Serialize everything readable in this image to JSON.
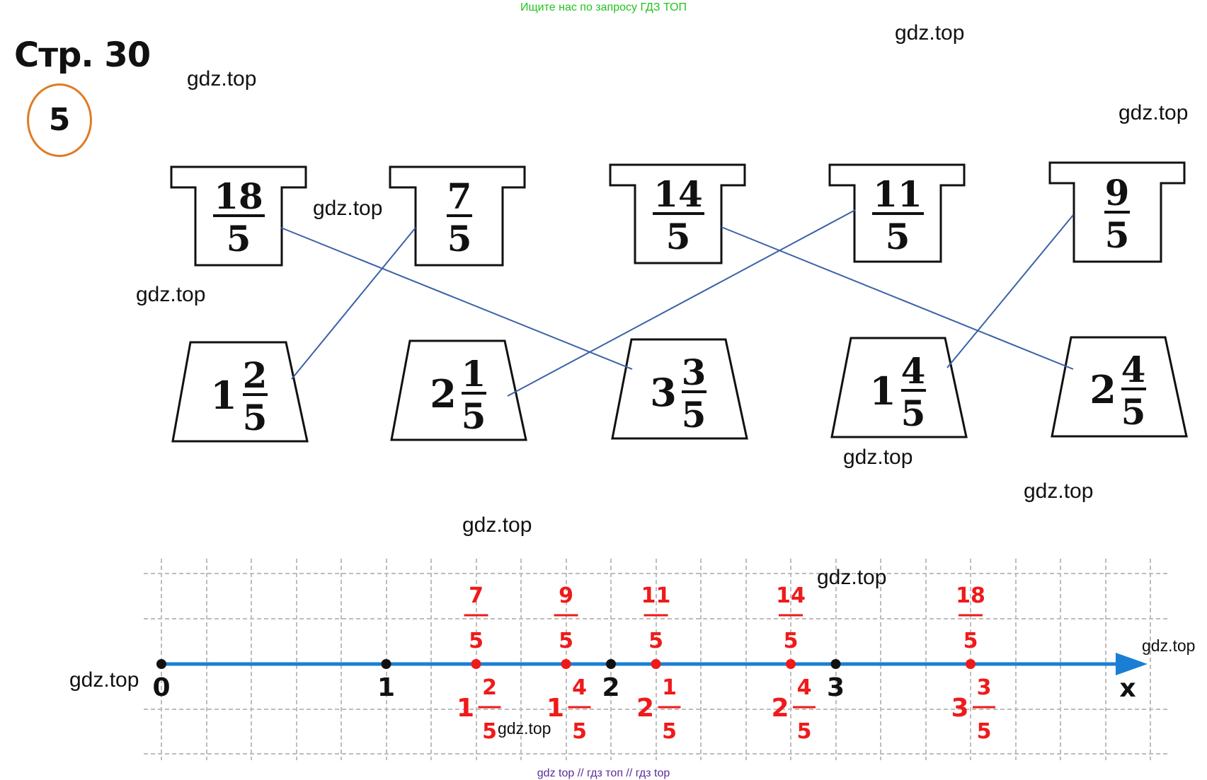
{
  "banner_top": "Ищите нас по запросу ГДЗ ТОП",
  "page_title": "Стр. 30",
  "task_number": "5",
  "watermark": "gdz.top",
  "banner_bottom": "gdz top  //  гдз топ  //  гдз top",
  "improper_fractions": [
    {
      "num": "18",
      "den": "5"
    },
    {
      "num": "7",
      "den": "5"
    },
    {
      "num": "14",
      "den": "5"
    },
    {
      "num": "11",
      "den": "5"
    },
    {
      "num": "9",
      "den": "5"
    }
  ],
  "mixed_numbers": [
    {
      "whole": "1",
      "num": "2",
      "den": "5"
    },
    {
      "whole": "2",
      "num": "1",
      "den": "5"
    },
    {
      "whole": "3",
      "num": "3",
      "den": "5"
    },
    {
      "whole": "1",
      "num": "4",
      "den": "5"
    },
    {
      "whole": "2",
      "num": "4",
      "den": "5"
    }
  ],
  "connections": [
    {
      "improper": "18/5",
      "mixed": "3 3/5"
    },
    {
      "improper": "7/5",
      "mixed": "1 2/5"
    },
    {
      "improper": "14/5",
      "mixed": "2 4/5"
    },
    {
      "improper": "11/5",
      "mixed": "2 1/5"
    },
    {
      "improper": "9/5",
      "mixed": "1 4/5"
    }
  ],
  "number_line": {
    "axis_label": "x",
    "integer_labels": [
      "0",
      "1",
      "2",
      "3"
    ],
    "marked_points": [
      {
        "value": 1.4,
        "num": "7",
        "den": "5",
        "whole": "1",
        "mnum": "2",
        "mden": "5"
      },
      {
        "value": 1.8,
        "num": "9",
        "den": "5",
        "whole": "1",
        "mnum": "4",
        "mden": "5"
      },
      {
        "value": 2.2,
        "num": "11",
        "den": "5",
        "whole": "2",
        "mnum": "1",
        "mden": "5"
      },
      {
        "value": 2.8,
        "num": "14",
        "den": "5",
        "whole": "2",
        "mnum": "4",
        "mden": "5"
      },
      {
        "value": 3.6,
        "num": "18",
        "den": "5",
        "whole": "3",
        "mnum": "3",
        "mden": "5"
      }
    ],
    "colors": {
      "axis": "#1a7fd4",
      "points": "#ef1a1a",
      "grid": "#bdbdbd"
    }
  }
}
